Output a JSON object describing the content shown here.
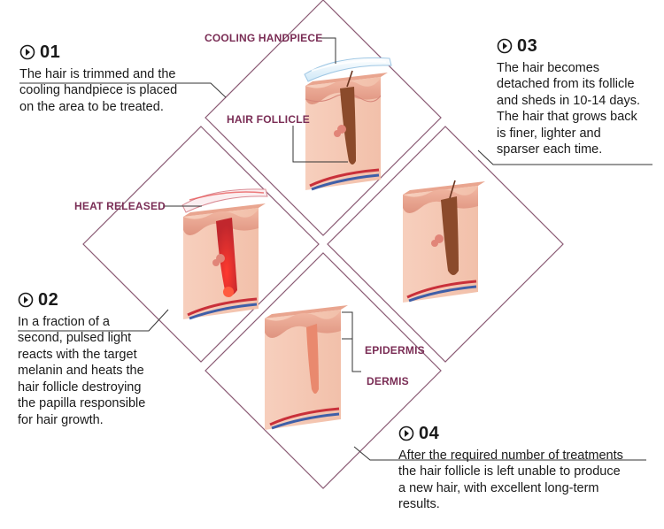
{
  "steps": [
    {
      "number": "01",
      "text": "The hair is trimmed and the\ncooling handpiece is placed\non the area to be treated."
    },
    {
      "number": "02",
      "text": "In a fraction of a\nsecond, pulsed light\nreacts with the target\nmelanin and heats the\nhair follicle destroying\nthe papilla responsible\nfor hair growth."
    },
    {
      "number": "03",
      "text": "The hair becomes\ndetached from its follicle\nand sheds in 10-14 days.\nThe hair that grows back\nis finer, lighter and\nsparser each time."
    },
    {
      "number": "04",
      "text": "After the required number of treatments\nthe hair follicle is left unable to produce\na new hair, with excellent long-term\nresults."
    }
  ],
  "labels": {
    "cooling_handpiece": "COOLING HANDPIECE",
    "hair_follicle": "HAIR FOLLICLE",
    "heat_released": "HEAT RELEASED",
    "epidermis": "EPIDERMIS",
    "dermis": "DERMIS"
  },
  "icons": {
    "step_marker": "circled-arrow-right-icon"
  },
  "colors": {
    "label": "#7a2d55",
    "diamond_border": "#8a5a74",
    "skin": "#f3c2ad",
    "epidermis": "#e7a58f",
    "vein_red": "#c9303a",
    "vein_blue": "#3f5fa8",
    "follicle": "#8b4a2b"
  }
}
